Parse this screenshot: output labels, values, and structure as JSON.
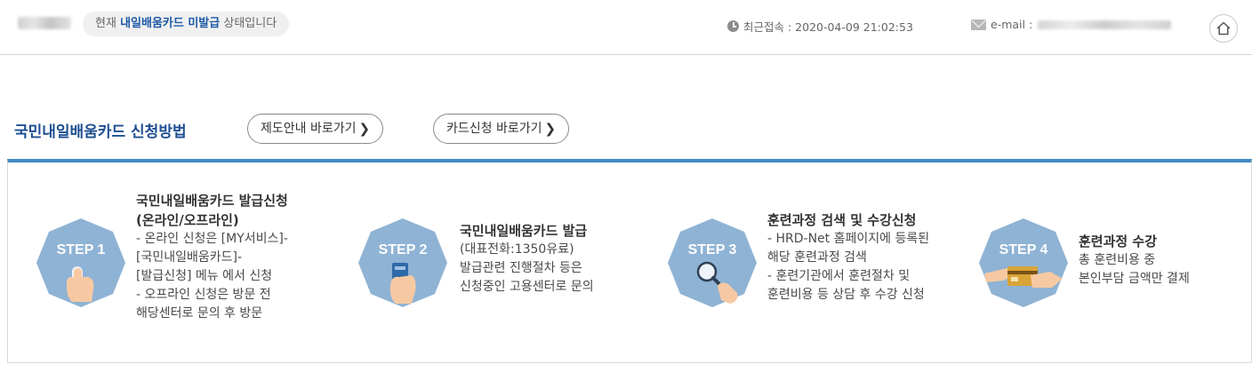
{
  "header": {
    "status_prefix": "현재",
    "status_highlight": "내일배움카드 미발급",
    "status_suffix": "상태입니다",
    "last_access": "최근접속 : 2020-04-09 21:02:53",
    "email_label": "e-mail :",
    "home_icon": "home-icon"
  },
  "section": {
    "title": "국민내일배움카드 신청방법",
    "policy_button": "제도안내 바로가기",
    "card_button": "카드신청 바로가기"
  },
  "steps": [
    {
      "badge": "STEP 1",
      "icon": "hand-tap-icon",
      "lines": [
        "국민내일배움카드 발급신청",
        "(온라인/오프라인)",
        "- 온라인 신청은 [MY서비스]-",
        "[국민내일배움카드]-",
        "[발급신청] 메뉴 에서 신청",
        "- 오프라인 신청은 방문 전",
        "해당센터로 문의 후 방문"
      ]
    },
    {
      "badge": "STEP 2",
      "icon": "card-in-hand-icon",
      "lines": [
        "국민내일배움카드 발급",
        "(대표전화:1350유료)",
        "발급관련 진행절차 등은",
        "신청중인 고용센터로 문의"
      ]
    },
    {
      "badge": "STEP 3",
      "icon": "magnifier-icon",
      "lines": [
        "훈련과정 검색 및 수강신청",
        "- HRD-Net 홈페이지에 등록된",
        "해당 훈련과정 검색",
        "- 훈련기관에서 훈련절차 및",
        "훈련비용 등 상담 후 수강 신청"
      ]
    },
    {
      "badge": "STEP 4",
      "icon": "card-payment-icon",
      "lines": [
        "훈련과정 수강",
        "총 훈련비용 중",
        "본인부담 금액만 결제"
      ]
    }
  ],
  "colors": {
    "accent": "#1d5aa6",
    "panel_border": "#3f8bc6",
    "badge": "#8fb3d4"
  }
}
